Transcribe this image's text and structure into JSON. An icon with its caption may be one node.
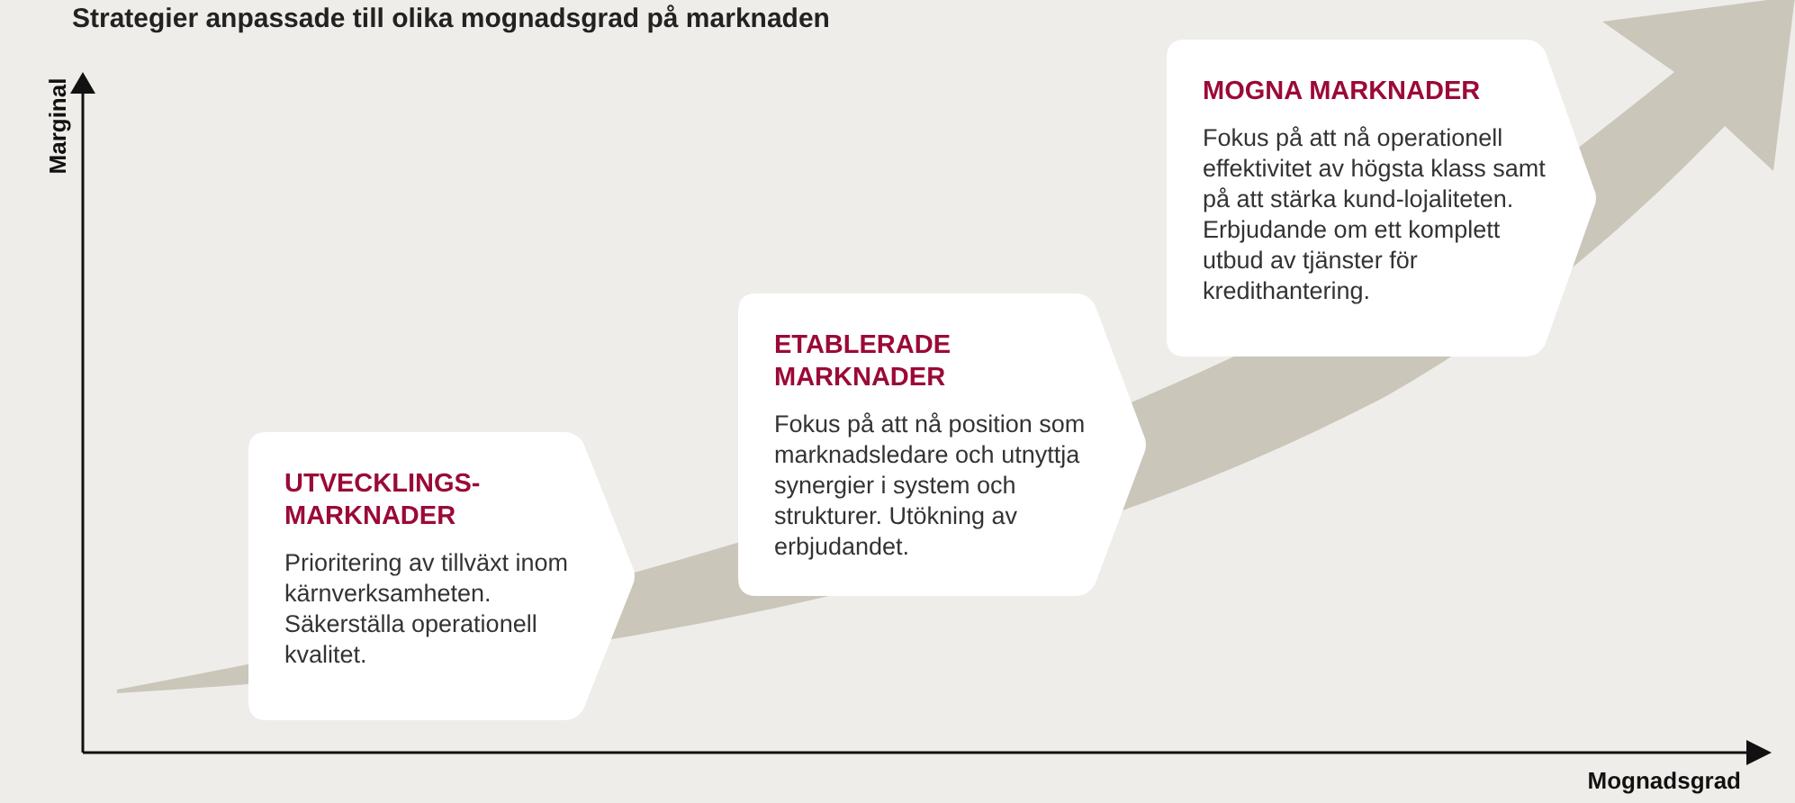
{
  "diagram": {
    "title": "Strategier anpassade till olika mognadsgrad på marknaden",
    "nodes": [
      {
        "text": [
          "UTVECKLINGS- MARKNADER",
          "Prioritering av tillväxt inom kärnverksamheten. Säkerställa operationell kvalitet."
        ]
      },
      {
        "text": [
          "ETABLERADE MARKNADER",
          "Fokus på att nå position som marknadsledare och utnyttja synergier i system och strukturer. Utökning av erbjudandet."
        ]
      },
      {
        "text": [
          "MOGNA MARKNADER",
          "Fokus på att nå operationell effektivitet av högsta klass samt på att stärka kund-lojaliteten. Erbjudande om ett komplett utbud av tjänster för kredithantering."
        ]
      }
    ],
    "labels": [
      "Marginal",
      "Mognadsgrad"
    ]
  }
}
